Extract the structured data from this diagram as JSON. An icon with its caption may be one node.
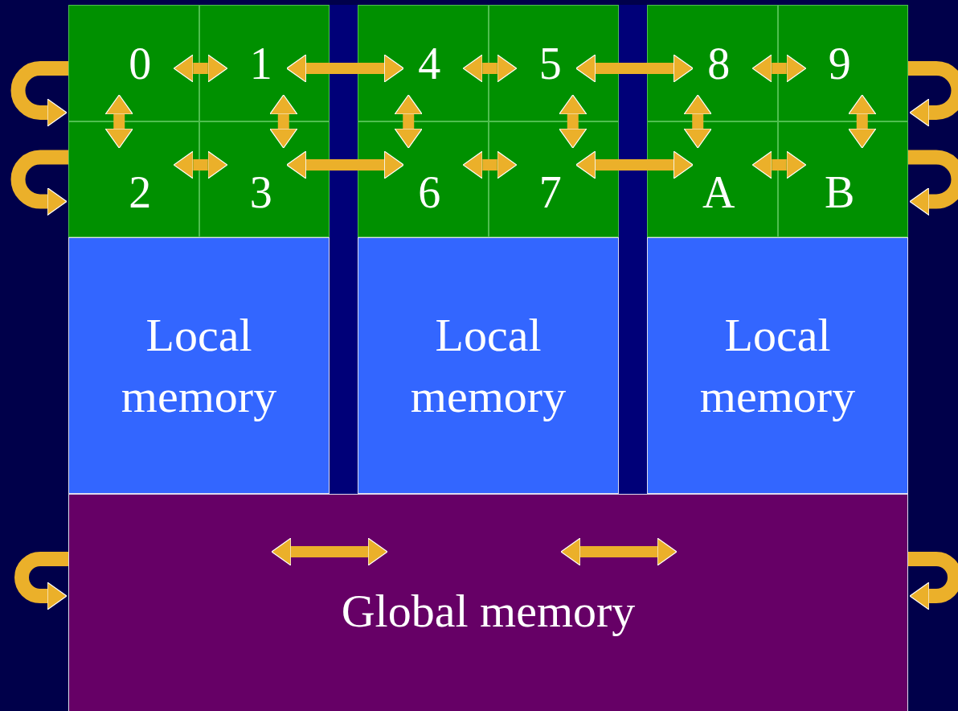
{
  "diagram": {
    "nodes": [
      {
        "text": [
          "0"
        ]
      },
      {
        "text": [
          "1"
        ]
      },
      {
        "text": [
          "4"
        ]
      },
      {
        "text": [
          "5"
        ]
      },
      {
        "text": [
          "8"
        ]
      },
      {
        "text": [
          "9"
        ]
      },
      {
        "text": [
          "2"
        ]
      },
      {
        "text": [
          "3"
        ]
      },
      {
        "text": [
          "6"
        ]
      },
      {
        "text": [
          "7"
        ]
      },
      {
        "text": [
          "A"
        ]
      },
      {
        "text": [
          "B"
        ]
      },
      {
        "text": [
          "Local memory"
        ]
      },
      {
        "text": [
          "Local memory"
        ]
      },
      {
        "text": [
          "Local memory"
        ]
      },
      {
        "text": [
          "Global memory"
        ]
      }
    ],
    "edges": [
      {
        "from": 0,
        "to": 1,
        "arrow": "both"
      },
      {
        "from": 1,
        "to": 2,
        "arrow": "both"
      },
      {
        "from": 2,
        "to": 3,
        "arrow": "both"
      },
      {
        "from": 3,
        "to": 4,
        "arrow": "both"
      },
      {
        "from": 4,
        "to": 5,
        "arrow": "both"
      },
      {
        "from": 0,
        "to": 6,
        "arrow": "both"
      },
      {
        "from": 1,
        "to": 7,
        "arrow": "both"
      },
      {
        "from": 2,
        "to": 8,
        "arrow": "both"
      },
      {
        "from": 3,
        "to": 9,
        "arrow": "both"
      },
      {
        "from": 4,
        "to": 10,
        "arrow": "both"
      },
      {
        "from": 5,
        "to": 11,
        "arrow": "both"
      },
      {
        "from": 6,
        "to": 7,
        "arrow": "both"
      },
      {
        "from": 7,
        "to": 8,
        "arrow": "both"
      },
      {
        "from": 8,
        "to": 9,
        "arrow": "both"
      },
      {
        "from": 9,
        "to": 10,
        "arrow": "both"
      },
      {
        "from": 10,
        "to": 11,
        "arrow": "both"
      },
      {
        "from": 0,
        "to": 0,
        "arrow": "to"
      },
      {
        "from": 6,
        "to": 6,
        "arrow": "to"
      },
      {
        "from": 5,
        "to": 5,
        "arrow": "to"
      },
      {
        "from": 11,
        "to": 11,
        "arrow": "to"
      },
      {
        "from": 15,
        "to": 15,
        "arrow": "to"
      },
      {
        "from": 15,
        "to": 15,
        "arrow": "to"
      }
    ]
  }
}
